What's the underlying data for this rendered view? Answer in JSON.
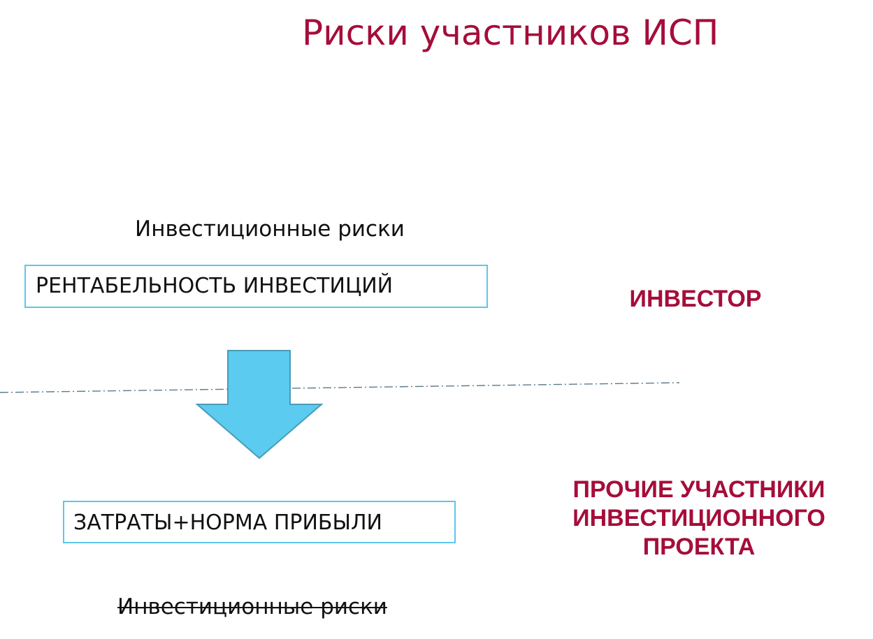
{
  "title": "Риски участников ИСП",
  "top_label": "Инвестиционные риски",
  "top_box": "РЕНТАБЕЛЬНОСТЬ ИНВЕСТИЦИЙ",
  "bottom_box": "ЗАТРАТЫ+НОРМА ПРИБЫЛИ",
  "bottom_label": "Инвестиционные риски",
  "investor_label": "ИНВЕСТОР",
  "others_label": {
    "line1": "ПРОЧИЕ УЧАСТНИКИ",
    "line2": "ИНВЕСТИЦИОННОГО",
    "line3": "ПРОЕКТА"
  },
  "colors": {
    "accent": "#a50d3a",
    "box_border": "#5bc7ec",
    "arrow_fill": "#5bcbef",
    "arrow_stroke": "#4a9cb8",
    "divider": "#5a7a8c"
  },
  "icons": {
    "arrow": "down-arrow-icon"
  }
}
